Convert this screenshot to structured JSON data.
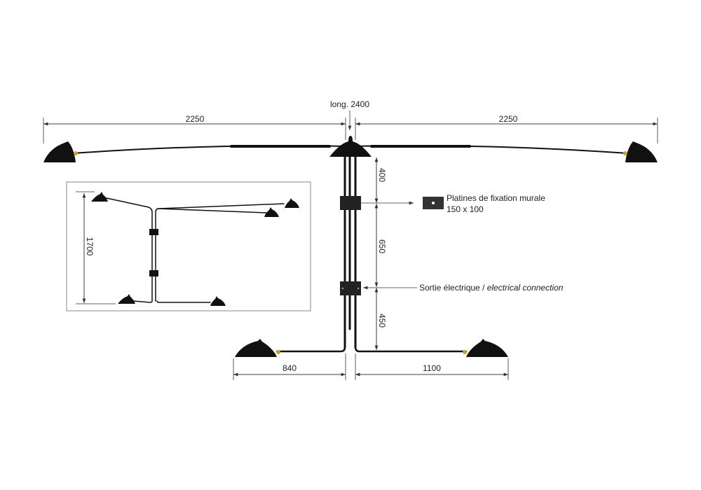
{
  "title_length": "long. 2400",
  "dimensions": {
    "top_left": "2250",
    "top_right": "2250",
    "vertical_1": "400",
    "vertical_2": "650",
    "vertical_3": "450",
    "bottom_left": "840",
    "bottom_right": "1100",
    "inset_height": "1700"
  },
  "callouts": {
    "mounting_plate_label": "Platines de fixation murale",
    "mounting_plate_size": "150 x 100",
    "electrical_fr": "Sortie électrique / ",
    "electrical_en": "electrical connection"
  },
  "colors": {
    "lamp": "#111111",
    "brass": "#c9a227",
    "line": "#333333",
    "inset_border": "#888888"
  }
}
